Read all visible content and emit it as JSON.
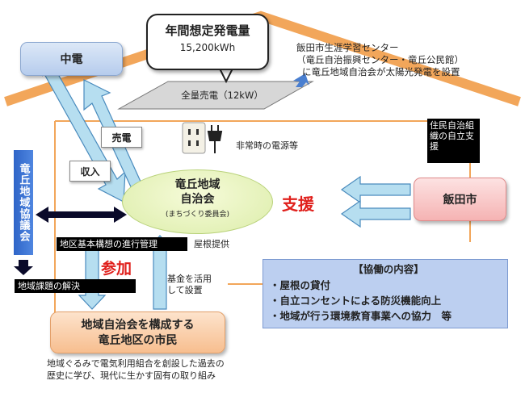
{
  "callout": {
    "title": "年間想定発電量",
    "value": "15,200kWh"
  },
  "center_note": {
    "line1": "飯田市生涯学習センター",
    "line2": "（竜丘自治振興センター・竜丘公民館）",
    "line3": "に竜丘地域自治会が太陽光発電を設置"
  },
  "panel_label": "全量売電（12kW）",
  "outlet_label": "非常時の電源等",
  "chuden": "中電",
  "iidashi": "飯田市",
  "baiden": "売電",
  "shunyu": "収入",
  "kyogikai": "竜丘地域協議会",
  "council": {
    "line1": "竜丘地域",
    "line2": "自治会",
    "line3": "(まちづくり委員会)"
  },
  "shien": "支援",
  "sanka": "参加",
  "jumin_box": "住民自治組織の自立支援",
  "bar_kanri": "地区基本構想の進行管理",
  "bar_kaiketsu": "地域課題の解決",
  "yane": "屋根提供",
  "kikin": {
    "line1": "基金を活用",
    "line2": "して設置"
  },
  "citizens": {
    "line1": "地域自治会を構成する",
    "line2": "竜丘地区の市民"
  },
  "footer": {
    "line1": "地域ぐるみで電気利用組合を創設した過去の",
    "line2": "歴史に学び、現代に生かす固有の取り組み"
  },
  "collab": {
    "header": "【協働の内容】",
    "items": [
      "・屋根の貸付",
      "・自立コンセントによる防災機能向上",
      "・地域が行う環境教育事業への協力　等"
    ]
  },
  "colors": {
    "house": "#f2a65a",
    "arrow_blue": "#9fd0ea",
    "arrow_border": "#4a8bbd",
    "accent_red": "#e0201c"
  }
}
